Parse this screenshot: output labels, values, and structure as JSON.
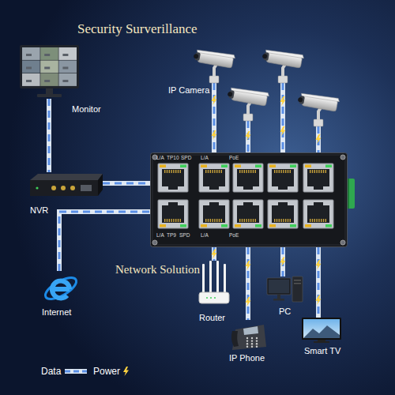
{
  "diagram": {
    "title": "Security Surverillance",
    "nodes": [
      {
        "text": [
          "Monitor"
        ]
      },
      {
        "text": [
          "IP Camera"
        ]
      },
      {
        "text": [
          "NVR"
        ]
      },
      {
        "text": [
          "L/A",
          "TP10",
          "SPD",
          "L/A",
          "PoE",
          "L/A",
          "TP9",
          "SPD",
          "L/A",
          "PoE"
        ]
      },
      {
        "text": [
          "Internet"
        ]
      },
      {
        "text": [
          "Router"
        ]
      },
      {
        "text": [
          "PC"
        ]
      },
      {
        "text": [
          "IP Phone"
        ]
      },
      {
        "text": [
          "Smart TV"
        ]
      }
    ],
    "edges": [
      {
        "from": 0,
        "to": 2,
        "arrow": "none"
      },
      {
        "from": 2,
        "to": 3,
        "arrow": "none"
      },
      {
        "from": 1,
        "to": 3,
        "arrow": "none"
      },
      {
        "from": 4,
        "to": 3,
        "arrow": "none"
      },
      {
        "from": 3,
        "to": 5,
        "arrow": "none"
      },
      {
        "from": 3,
        "to": 6,
        "arrow": "none"
      },
      {
        "from": 3,
        "to": 7,
        "arrow": "none"
      },
      {
        "from": 3,
        "to": 8,
        "arrow": "none"
      }
    ],
    "labels": [
      "Network Solution"
    ],
    "legend": [
      {
        "text": "Data"
      },
      {
        "text": "Power"
      }
    ]
  }
}
